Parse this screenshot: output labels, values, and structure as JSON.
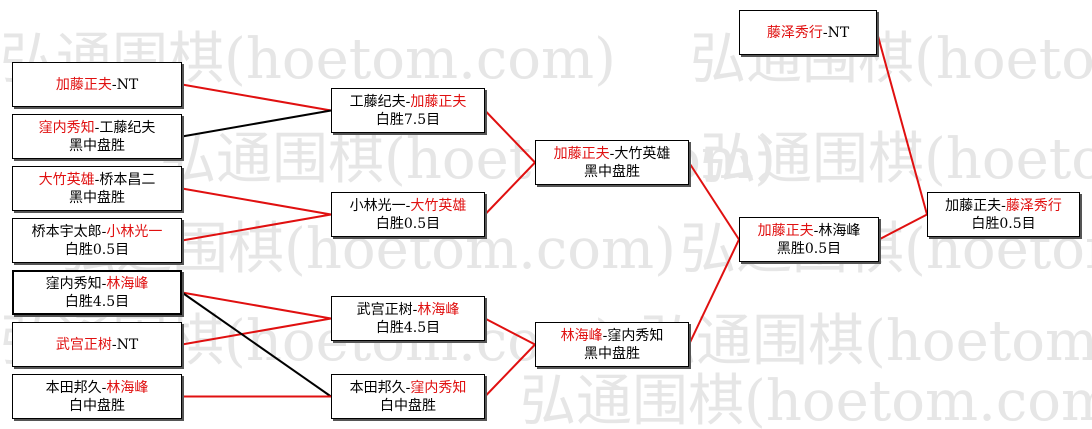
{
  "watermark": "弘通围棋(hoetom.com)",
  "colors": {
    "winner": "#e01010",
    "text": "#000000",
    "line_red": "#e01010",
    "line_black": "#000000"
  },
  "matches": [
    {
      "id": "r1m1",
      "p1": "加藤正夫",
      "p2": "NT",
      "winner": 1,
      "result": ""
    },
    {
      "id": "r1m2",
      "p1": "窪内秀知",
      "p2": "工藤纪夫",
      "winner": 1,
      "result": "黑中盘胜"
    },
    {
      "id": "r1m3",
      "p1": "大竹英雄",
      "p2": "桥本昌二",
      "winner": 1,
      "result": "黑中盘胜"
    },
    {
      "id": "r1m4",
      "p1": "桥本宇太郎",
      "p2": "小林光一",
      "winner": 2,
      "result": "白胜0.5目"
    },
    {
      "id": "r1m5",
      "p1": "窪内秀知",
      "p2": "林海峰",
      "winner": 2,
      "result": "白胜4.5目"
    },
    {
      "id": "r1m6",
      "p1": "武宫正树",
      "p2": "NT",
      "winner": 1,
      "result": ""
    },
    {
      "id": "r1m7",
      "p1": "本田邦久",
      "p2": "林海峰",
      "winner": 2,
      "result": "白中盘胜"
    },
    {
      "id": "r2m1",
      "p1": "工藤纪夫",
      "p2": "加藤正夫",
      "winner": 2,
      "result": "白胜7.5目"
    },
    {
      "id": "r2m2",
      "p1": "小林光一",
      "p2": "大竹英雄",
      "winner": 2,
      "result": "白胜0.5目"
    },
    {
      "id": "r2m3",
      "p1": "武宫正树",
      "p2": "林海峰",
      "winner": 2,
      "result": "白胜4.5目"
    },
    {
      "id": "r2m4",
      "p1": "本田邦久",
      "p2": "窪内秀知",
      "winner": 2,
      "result": "白中盘胜"
    },
    {
      "id": "r3m1",
      "p1": "加藤正夫",
      "p2": "大竹英雄",
      "winner": 1,
      "result": "黑中盘胜"
    },
    {
      "id": "r3m2",
      "p1": "林海峰",
      "p2": "窪内秀知",
      "winner": 1,
      "result": "黑中盘胜"
    },
    {
      "id": "r4m1",
      "p1": "加藤正夫",
      "p2": "林海峰",
      "winner": 1,
      "result": "黑胜0.5目"
    },
    {
      "id": "r5m0",
      "p1": "藤泽秀行",
      "p2": "NT",
      "winner": 1,
      "result": ""
    },
    {
      "id": "final",
      "p1": "加藤正夫",
      "p2": "藤泽秀行",
      "winner": 2,
      "result": "白胜0.5目"
    }
  ],
  "connections": [
    {
      "from": "r1m1",
      "to": "r2m1",
      "color": "red"
    },
    {
      "from": "r1m2",
      "to": "r2m1",
      "color": "black"
    },
    {
      "from": "r1m3",
      "to": "r2m2",
      "color": "red"
    },
    {
      "from": "r1m4",
      "to": "r2m2",
      "color": "red"
    },
    {
      "from": "r1m5",
      "to": "r2m3",
      "color": "red"
    },
    {
      "from": "r1m6",
      "to": "r2m3",
      "color": "red"
    },
    {
      "from": "r1m5",
      "to": "r2m4",
      "color": "black"
    },
    {
      "from": "r1m7",
      "to": "r2m4",
      "color": "red"
    },
    {
      "from": "r2m1",
      "to": "r3m1",
      "color": "red"
    },
    {
      "from": "r2m2",
      "to": "r3m1",
      "color": "red"
    },
    {
      "from": "r2m3",
      "to": "r3m2",
      "color": "red"
    },
    {
      "from": "r2m4",
      "to": "r3m2",
      "color": "red"
    },
    {
      "from": "r3m1",
      "to": "r4m1",
      "color": "red"
    },
    {
      "from": "r3m2",
      "to": "r4m1",
      "color": "red"
    },
    {
      "from": "r4m1",
      "to": "final",
      "color": "red"
    },
    {
      "from": "r5m0",
      "to": "final",
      "color": "red"
    }
  ]
}
